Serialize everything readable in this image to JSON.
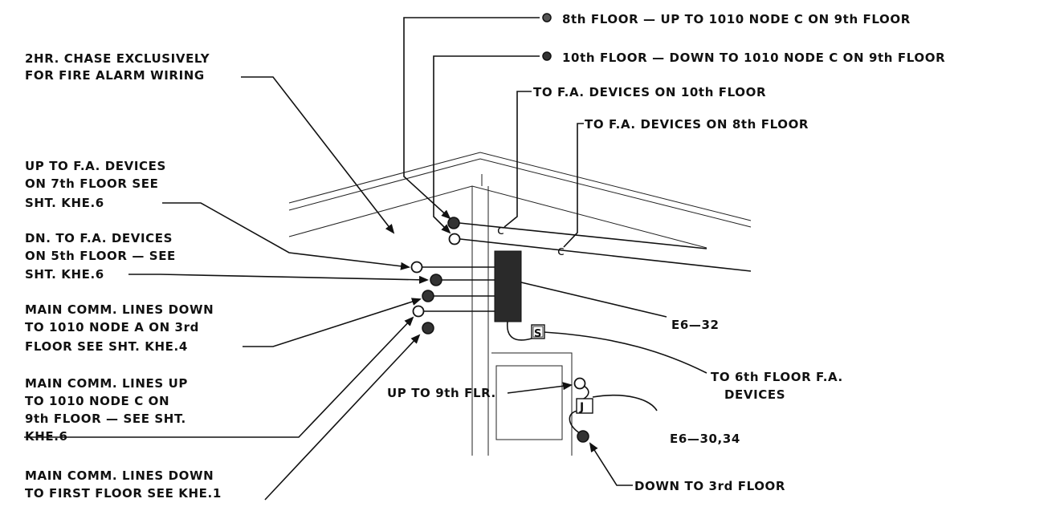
{
  "legend": {
    "item_8th": "8th FLOOR — UP TO 1010 NODE C ON 9th FLOOR",
    "item_10th": "10th FLOOR — DOWN TO 1010 NODE C ON 9th FLOOR"
  },
  "labels": {
    "to_fa_10th": "TO F.A. DEVICES ON 10th FLOOR",
    "to_fa_8th": "TO F.A. DEVICES ON 8th FLOOR",
    "chase_1": "2HR. CHASE EXCLUSIVELY",
    "chase_2": "FOR FIRE ALARM WIRING",
    "up7_1": "UP TO F.A. DEVICES",
    "up7_2": "ON 7th FLOOR SEE",
    "up7_3": "SHT. KHE.6",
    "dn5_1": "DN. TO F.A. DEVICES",
    "dn5_2": "ON 5th FLOOR — SEE",
    "dn5_3": "SHT. KHE.6",
    "mainA_1": "MAIN COMM. LINES DOWN",
    "mainA_2": "TO 1010  NODE A ON 3rd",
    "mainA_3": "FLOOR SEE SHT. KHE.4",
    "mainC_1": "MAIN COMM. LINES UP",
    "mainC_2": "TO 1010 NODE C ON",
    "mainC_3": "9th FLOOR — SEE SHT.",
    "mainC_4": "KHE.6",
    "first_1": "MAIN COMM. LINES DOWN",
    "first_2": "TO FIRST FLOOR SEE KHE.1",
    "e6_32": "E6—32",
    "sixth_1": "TO 6th FLOOR F.A.",
    "sixth_2": "DEVICES",
    "up9": "UP TO 9th FLR.",
    "e6_30_34": "E6—30,34",
    "down3": "DOWN TO 3rd FLOOR",
    "s_box": "S",
    "j_box": "J"
  },
  "colors": {
    "ink": "#111111",
    "panel": "#2a2a2a"
  }
}
